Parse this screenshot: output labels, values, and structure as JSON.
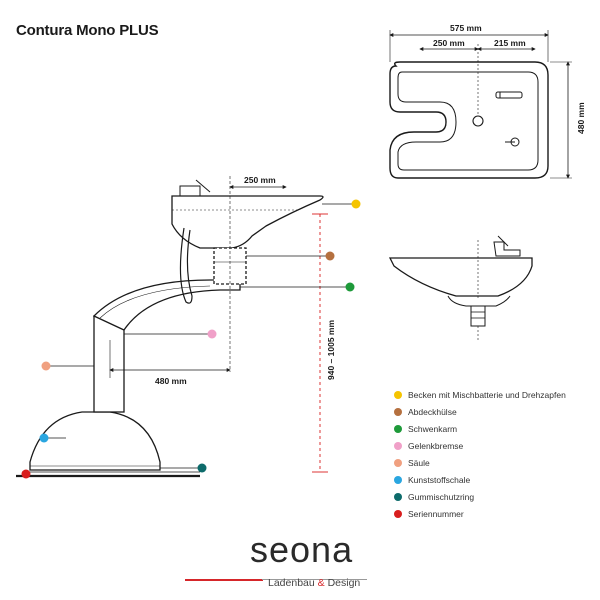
{
  "title": "Contura Mono PLUS",
  "dimensions": {
    "top_width": "575 mm",
    "top_left": "250 mm",
    "top_right": "215 mm",
    "top_depth": "480 mm",
    "side_reach": "250 mm",
    "arm_length": "480 mm",
    "height_range": "940 – 1005 mm"
  },
  "legend": [
    {
      "color": "#f5c400",
      "label": "Becken mit Mischbatterie und Drehzapfen"
    },
    {
      "color": "#b5703f",
      "label": "Abdeckhülse"
    },
    {
      "color": "#1e9a3a",
      "label": "Schwenkarm"
    },
    {
      "color": "#f0a0c8",
      "label": "Gelenkbremse"
    },
    {
      "color": "#f0a080",
      "label": "Säule"
    },
    {
      "color": "#2aa6e0",
      "label": "Kunststoffschale"
    },
    {
      "color": "#0d6b6b",
      "label": "Gummischutzring"
    },
    {
      "color": "#d81e1e",
      "label": "Seriennummer"
    }
  ],
  "logo": {
    "brand": "seona",
    "tagline_left": "Ladenbau",
    "tagline_amp": "&",
    "tagline_right": "Design"
  }
}
